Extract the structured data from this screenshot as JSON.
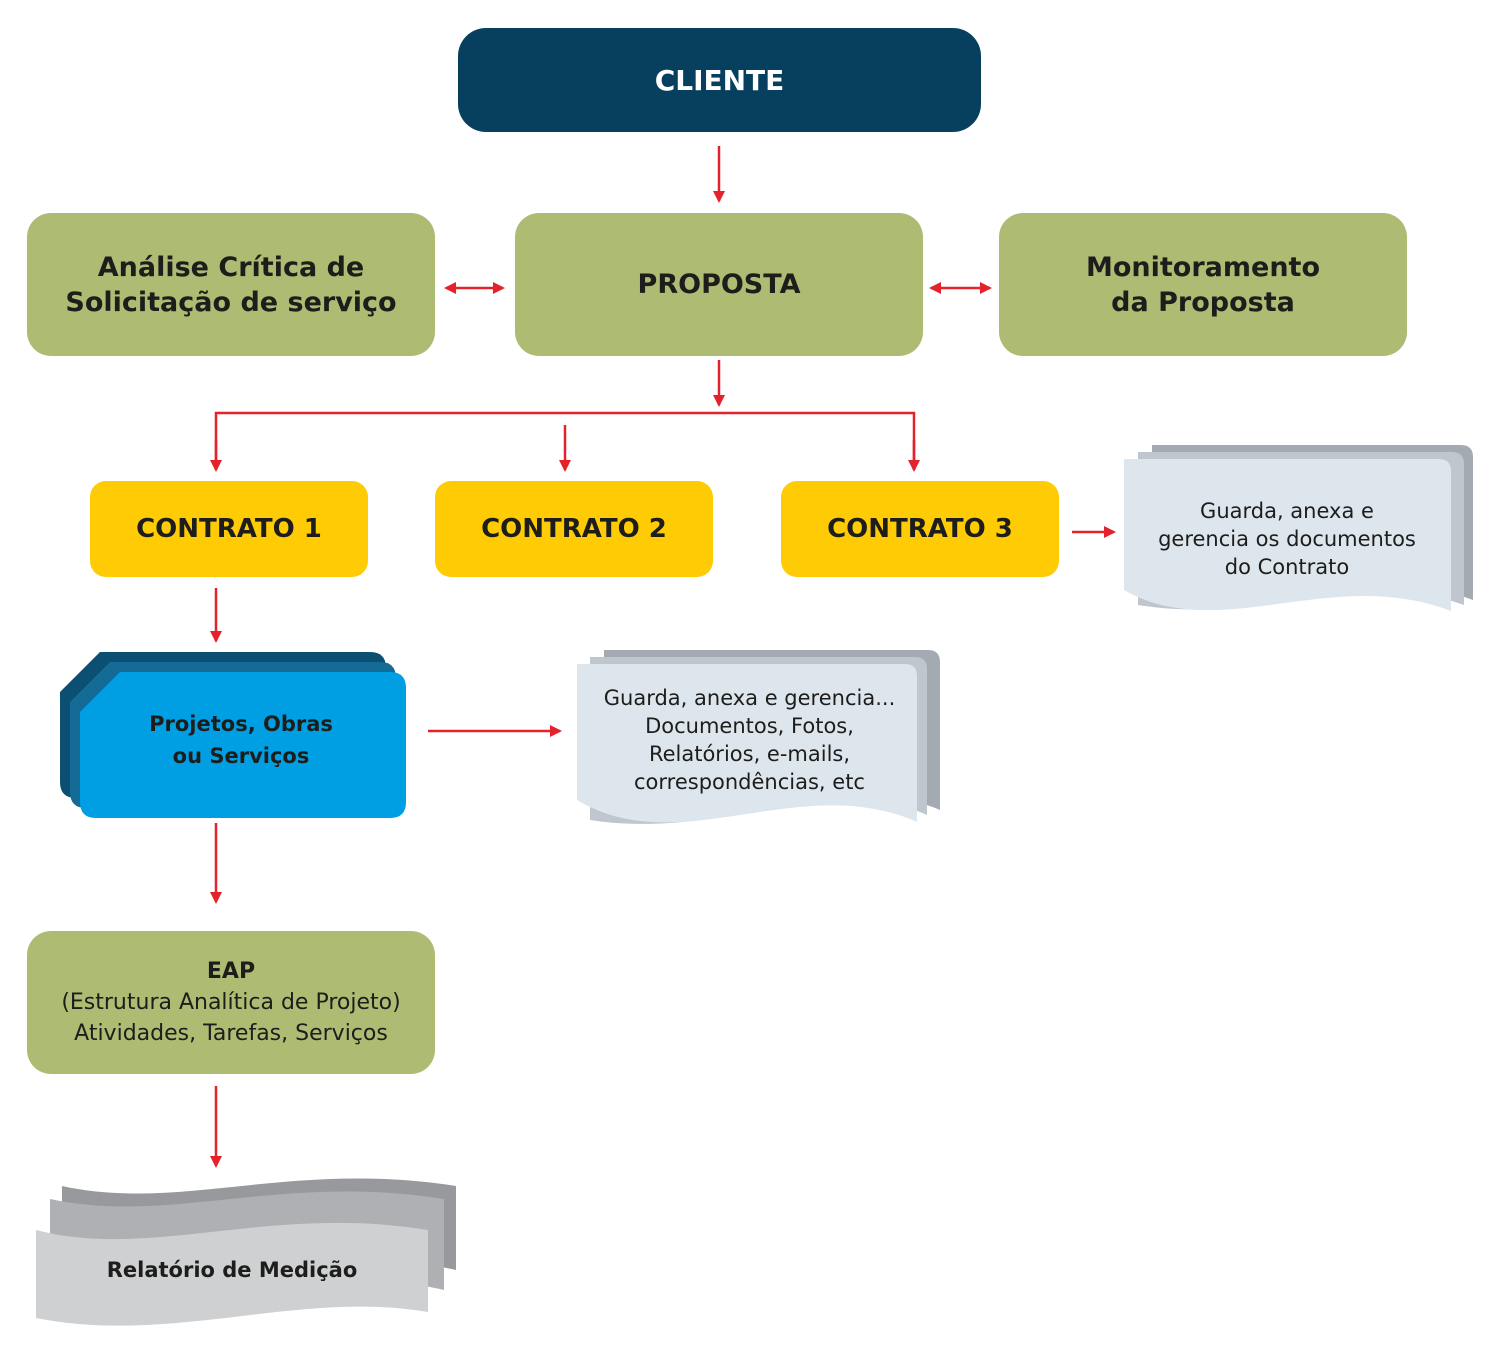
{
  "nodes": {
    "cliente": "CLIENTE",
    "analise": [
      "Análise Crítica de",
      "Solicitação de serviço"
    ],
    "proposta": "PROPOSTA",
    "monitoramento": [
      "Monitoramento",
      "da Proposta"
    ],
    "contrato1": "CONTRATO 1",
    "contrato2": "CONTRATO 2",
    "contrato3": "CONTRATO 3",
    "projetos": [
      "Projetos, Obras",
      "ou Serviços"
    ],
    "doc_contrato": [
      "Guarda, anexa e",
      "gerencia os documentos",
      "do Contrato"
    ],
    "doc_projeto": [
      "Guarda, anexa e gerencia...",
      "Documentos, Fotos,",
      "Relatórios, e-mails,",
      "correspondências, etc"
    ],
    "eap": [
      "EAP",
      "(Estrutura Analítica de Projeto)",
      "Atividades, Tarefas, Serviços"
    ],
    "relatorio": "Relatório de Medição"
  },
  "colors": {
    "navy": "#07405f",
    "olive": "#adbb73",
    "yellow": "#ffcb05",
    "blue": "#009fe3",
    "arrow_red": "#e3222b",
    "doc_light": "#dde6ed",
    "doc_gray": "#a3aab1",
    "report_gray": "#cfd0d2"
  }
}
